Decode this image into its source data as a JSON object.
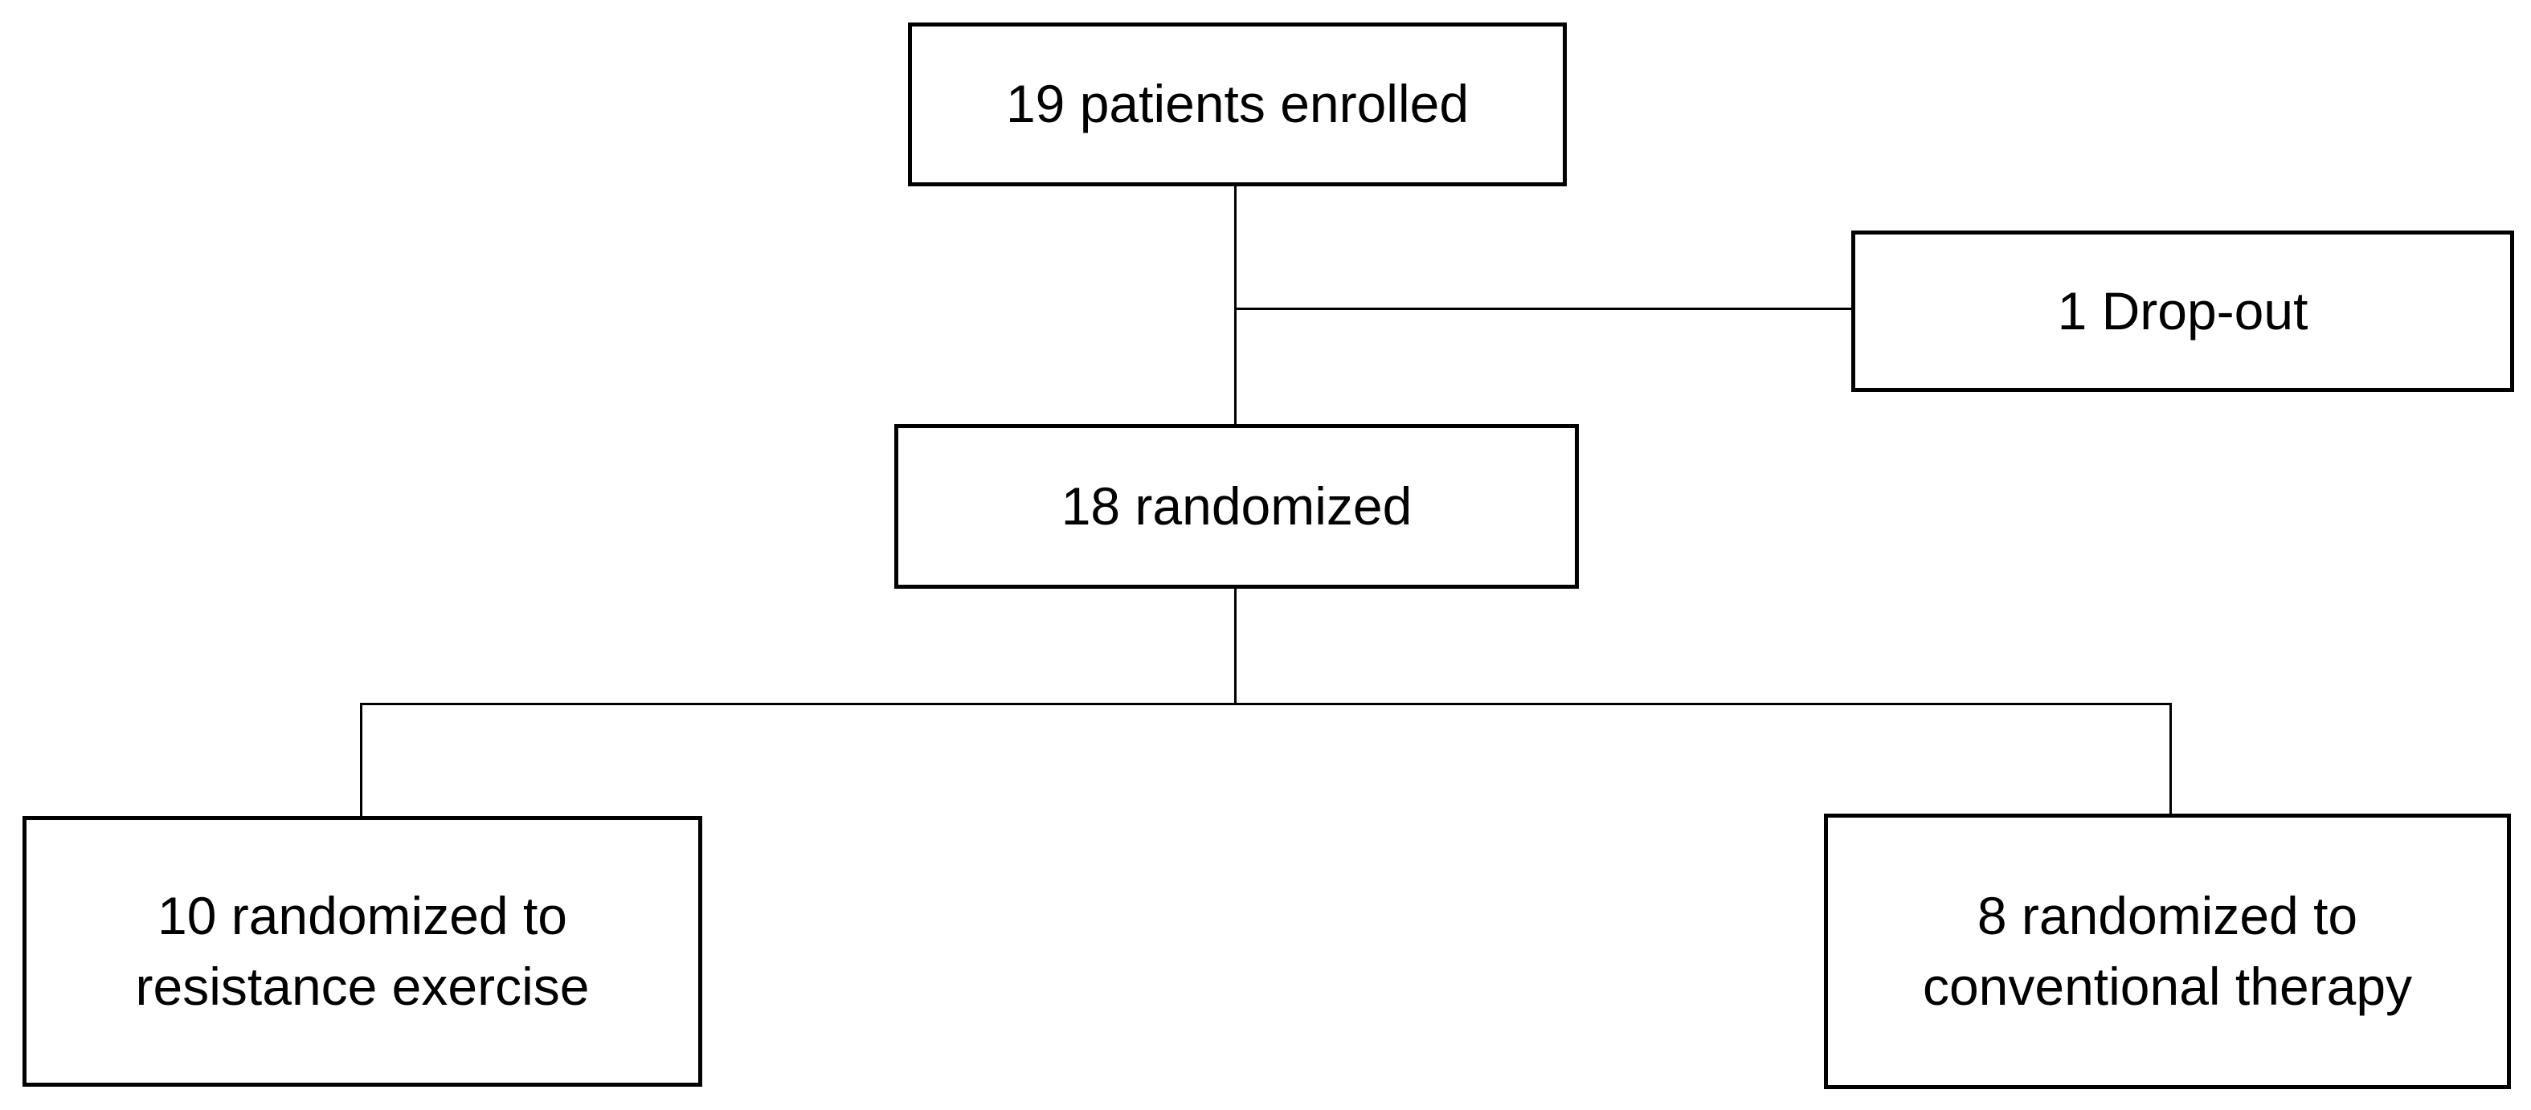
{
  "diagram": {
    "nodes": {
      "enrolled": {
        "text": "19 patients enrolled"
      },
      "dropout": {
        "text": "1 Drop-out"
      },
      "randomized": {
        "text": "18 randomized"
      },
      "resistance": {
        "line1": "10 randomized to",
        "line2": "resistance exercise"
      },
      "conventional": {
        "line1": "8 randomized to",
        "line2": "conventional therapy"
      }
    },
    "colors": {
      "stroke": "#000000",
      "background": "#ffffff",
      "text": "#000000"
    }
  }
}
